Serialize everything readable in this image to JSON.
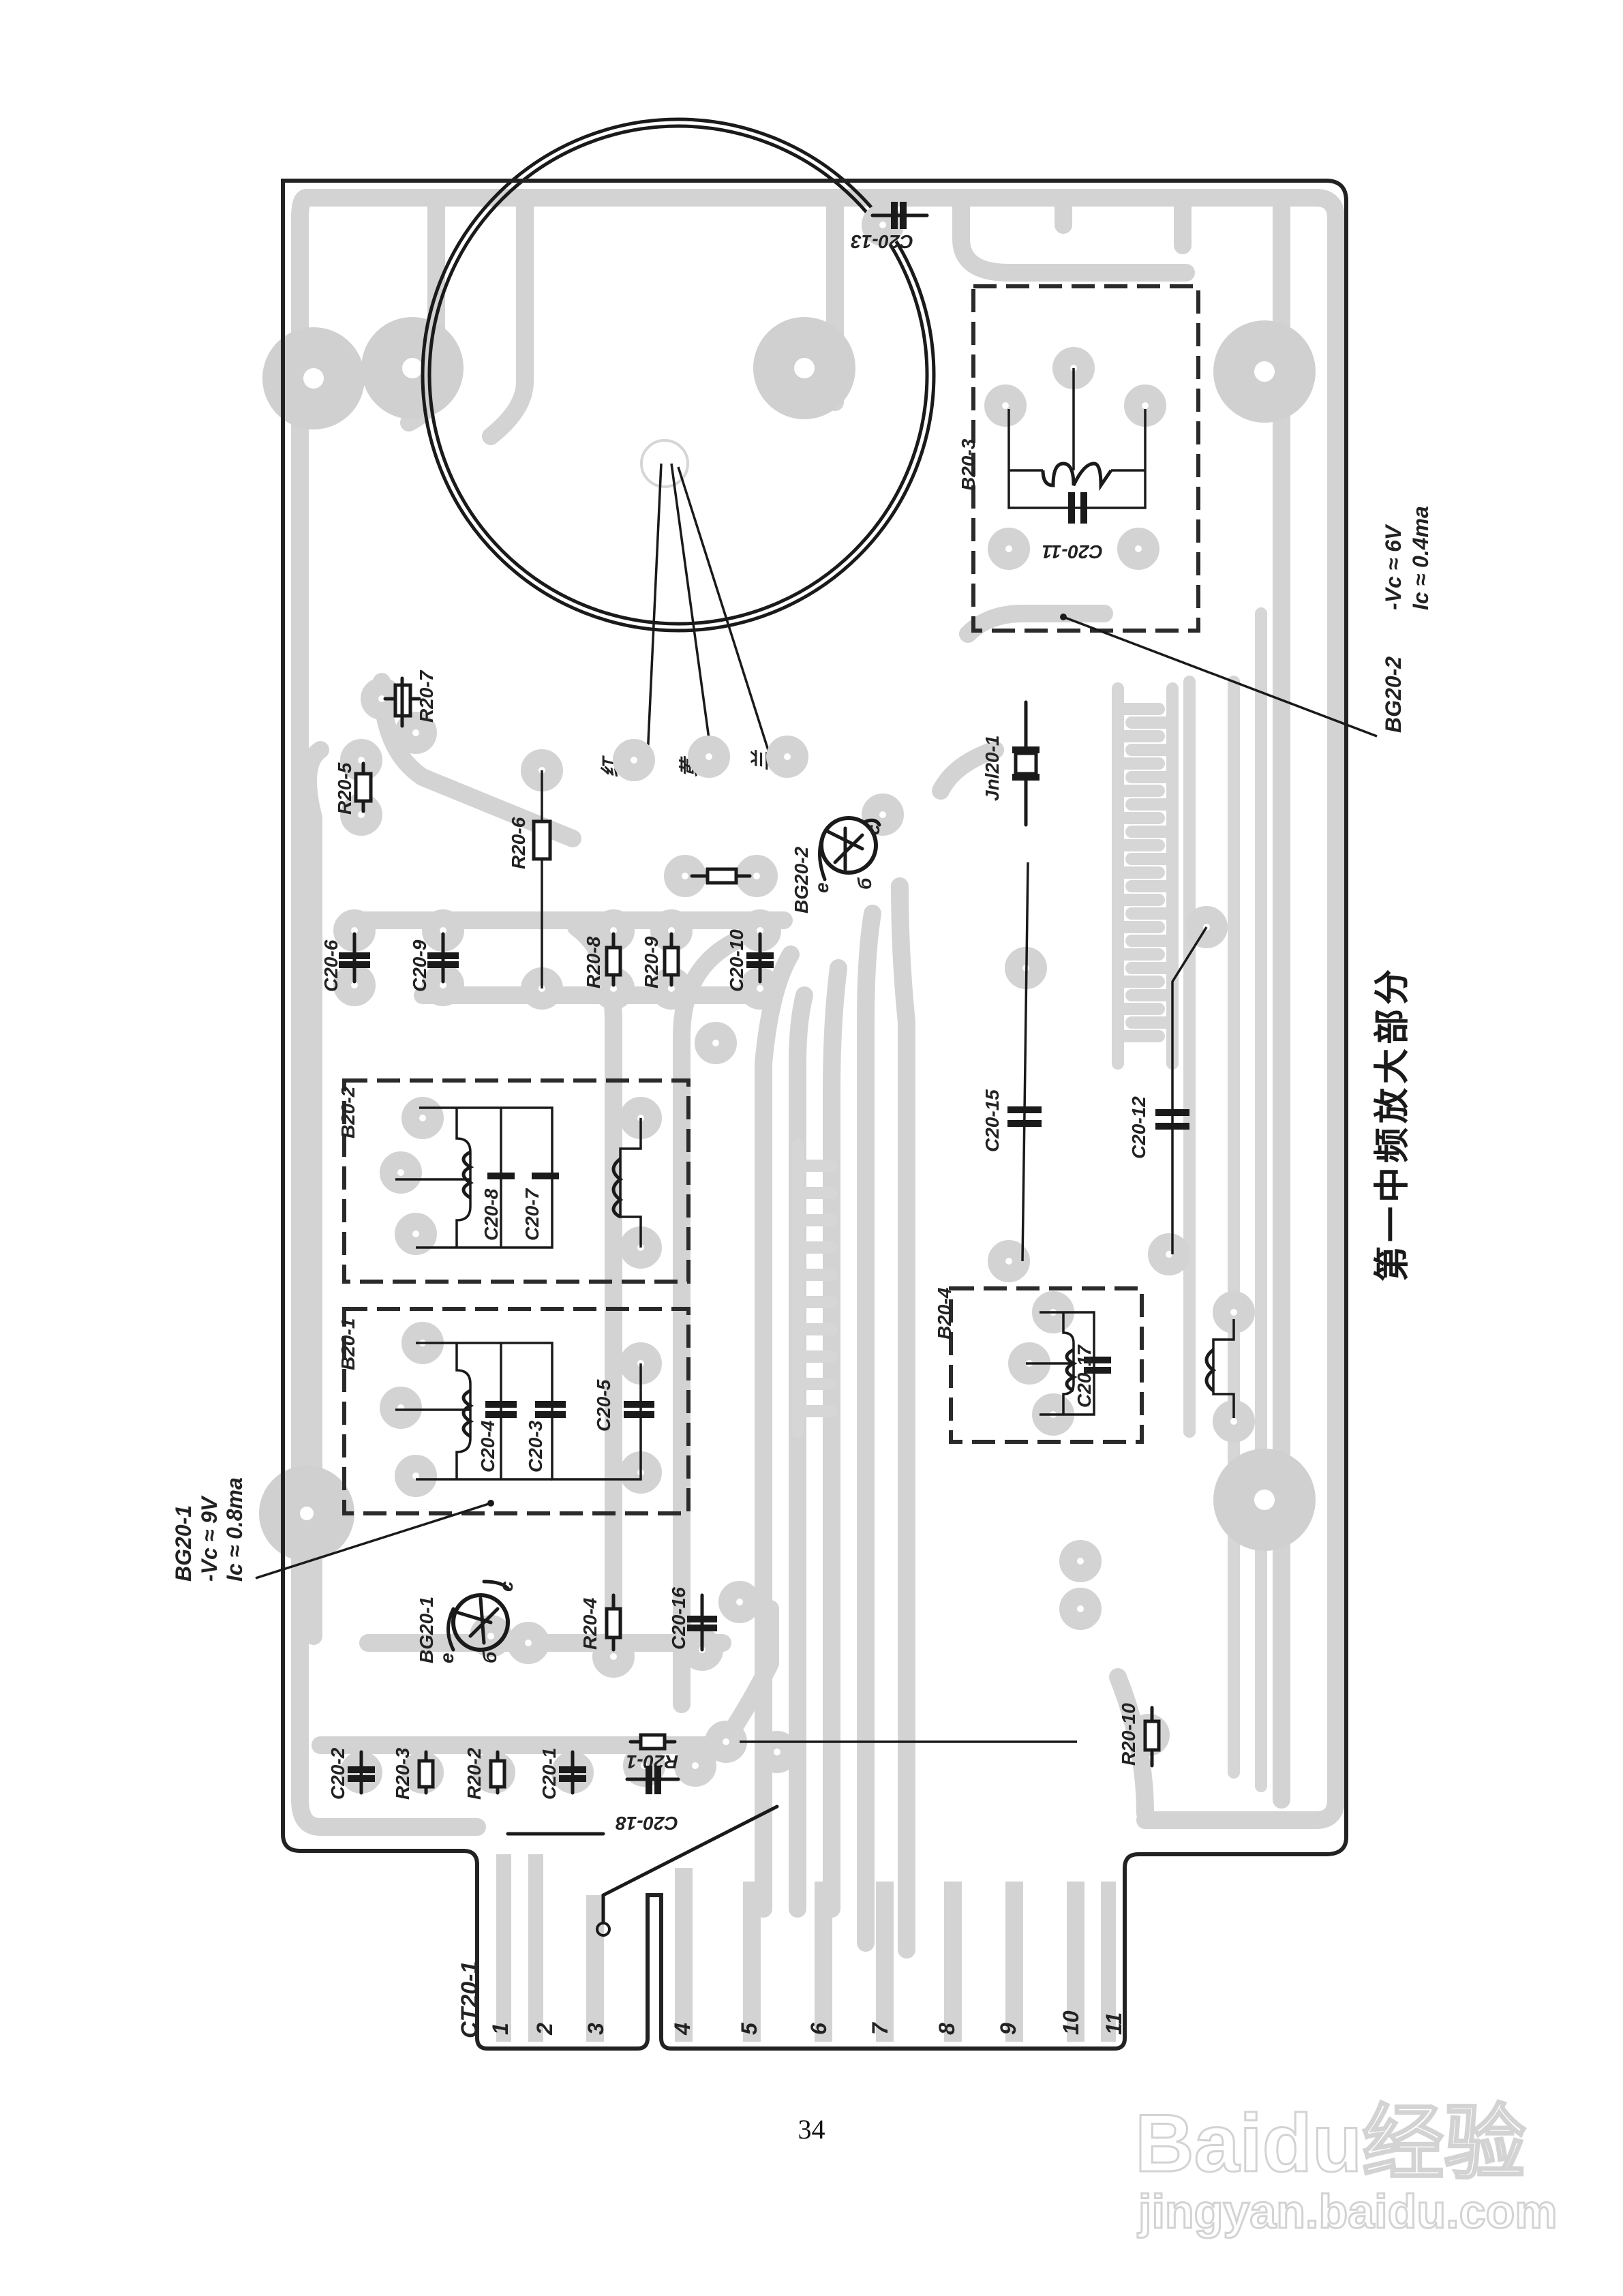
{
  "page": {
    "page_number": "34",
    "caption": "第一中频放大部分"
  },
  "components": {
    "transformers": [
      "B20-1",
      "B20-2",
      "B20-3",
      "B20-4"
    ],
    "transistors": [
      "BG20-1",
      "BG20-2"
    ],
    "transistor_pins": {
      "e": "e",
      "b": "б",
      "c": "c"
    },
    "resistors": [
      "R20-1",
      "R20-2",
      "R20-3",
      "R20-4",
      "R20-5",
      "R20-6",
      "R20-7",
      "R20-8",
      "R20-9",
      "R20-10"
    ],
    "capacitors": [
      "C20-1",
      "C20-2",
      "C20-3",
      "C20-4",
      "C20-5",
      "C20-6",
      "C20-7",
      "C20-8",
      "C20-9",
      "C20-10",
      "C20-11",
      "C20-12",
      "C20-13",
      "C20-15",
      "C20-16",
      "C20-17",
      "C20-18"
    ],
    "filter": "Jnl20-1",
    "connector": "CT20-1",
    "speaker_leads": [
      "红",
      "黄",
      "兰"
    ]
  },
  "annotations": {
    "bg20_1": {
      "name": "BG20-1",
      "vc": "-Vc ≈ 9V",
      "ic": "Ic ≈ 0.8ma"
    },
    "bg20_2": {
      "name": "BG20-2",
      "vc": "-Vc ≈ 6V",
      "ic": "Ic ≈ 0.4ma"
    }
  },
  "connector_pins": [
    "1",
    "2",
    "3",
    "4",
    "5",
    "6",
    "7",
    "8",
    "9",
    "10",
    "11"
  ],
  "watermark": {
    "brand": "Baidu经验",
    "url": "jingyan.baidu.com"
  }
}
